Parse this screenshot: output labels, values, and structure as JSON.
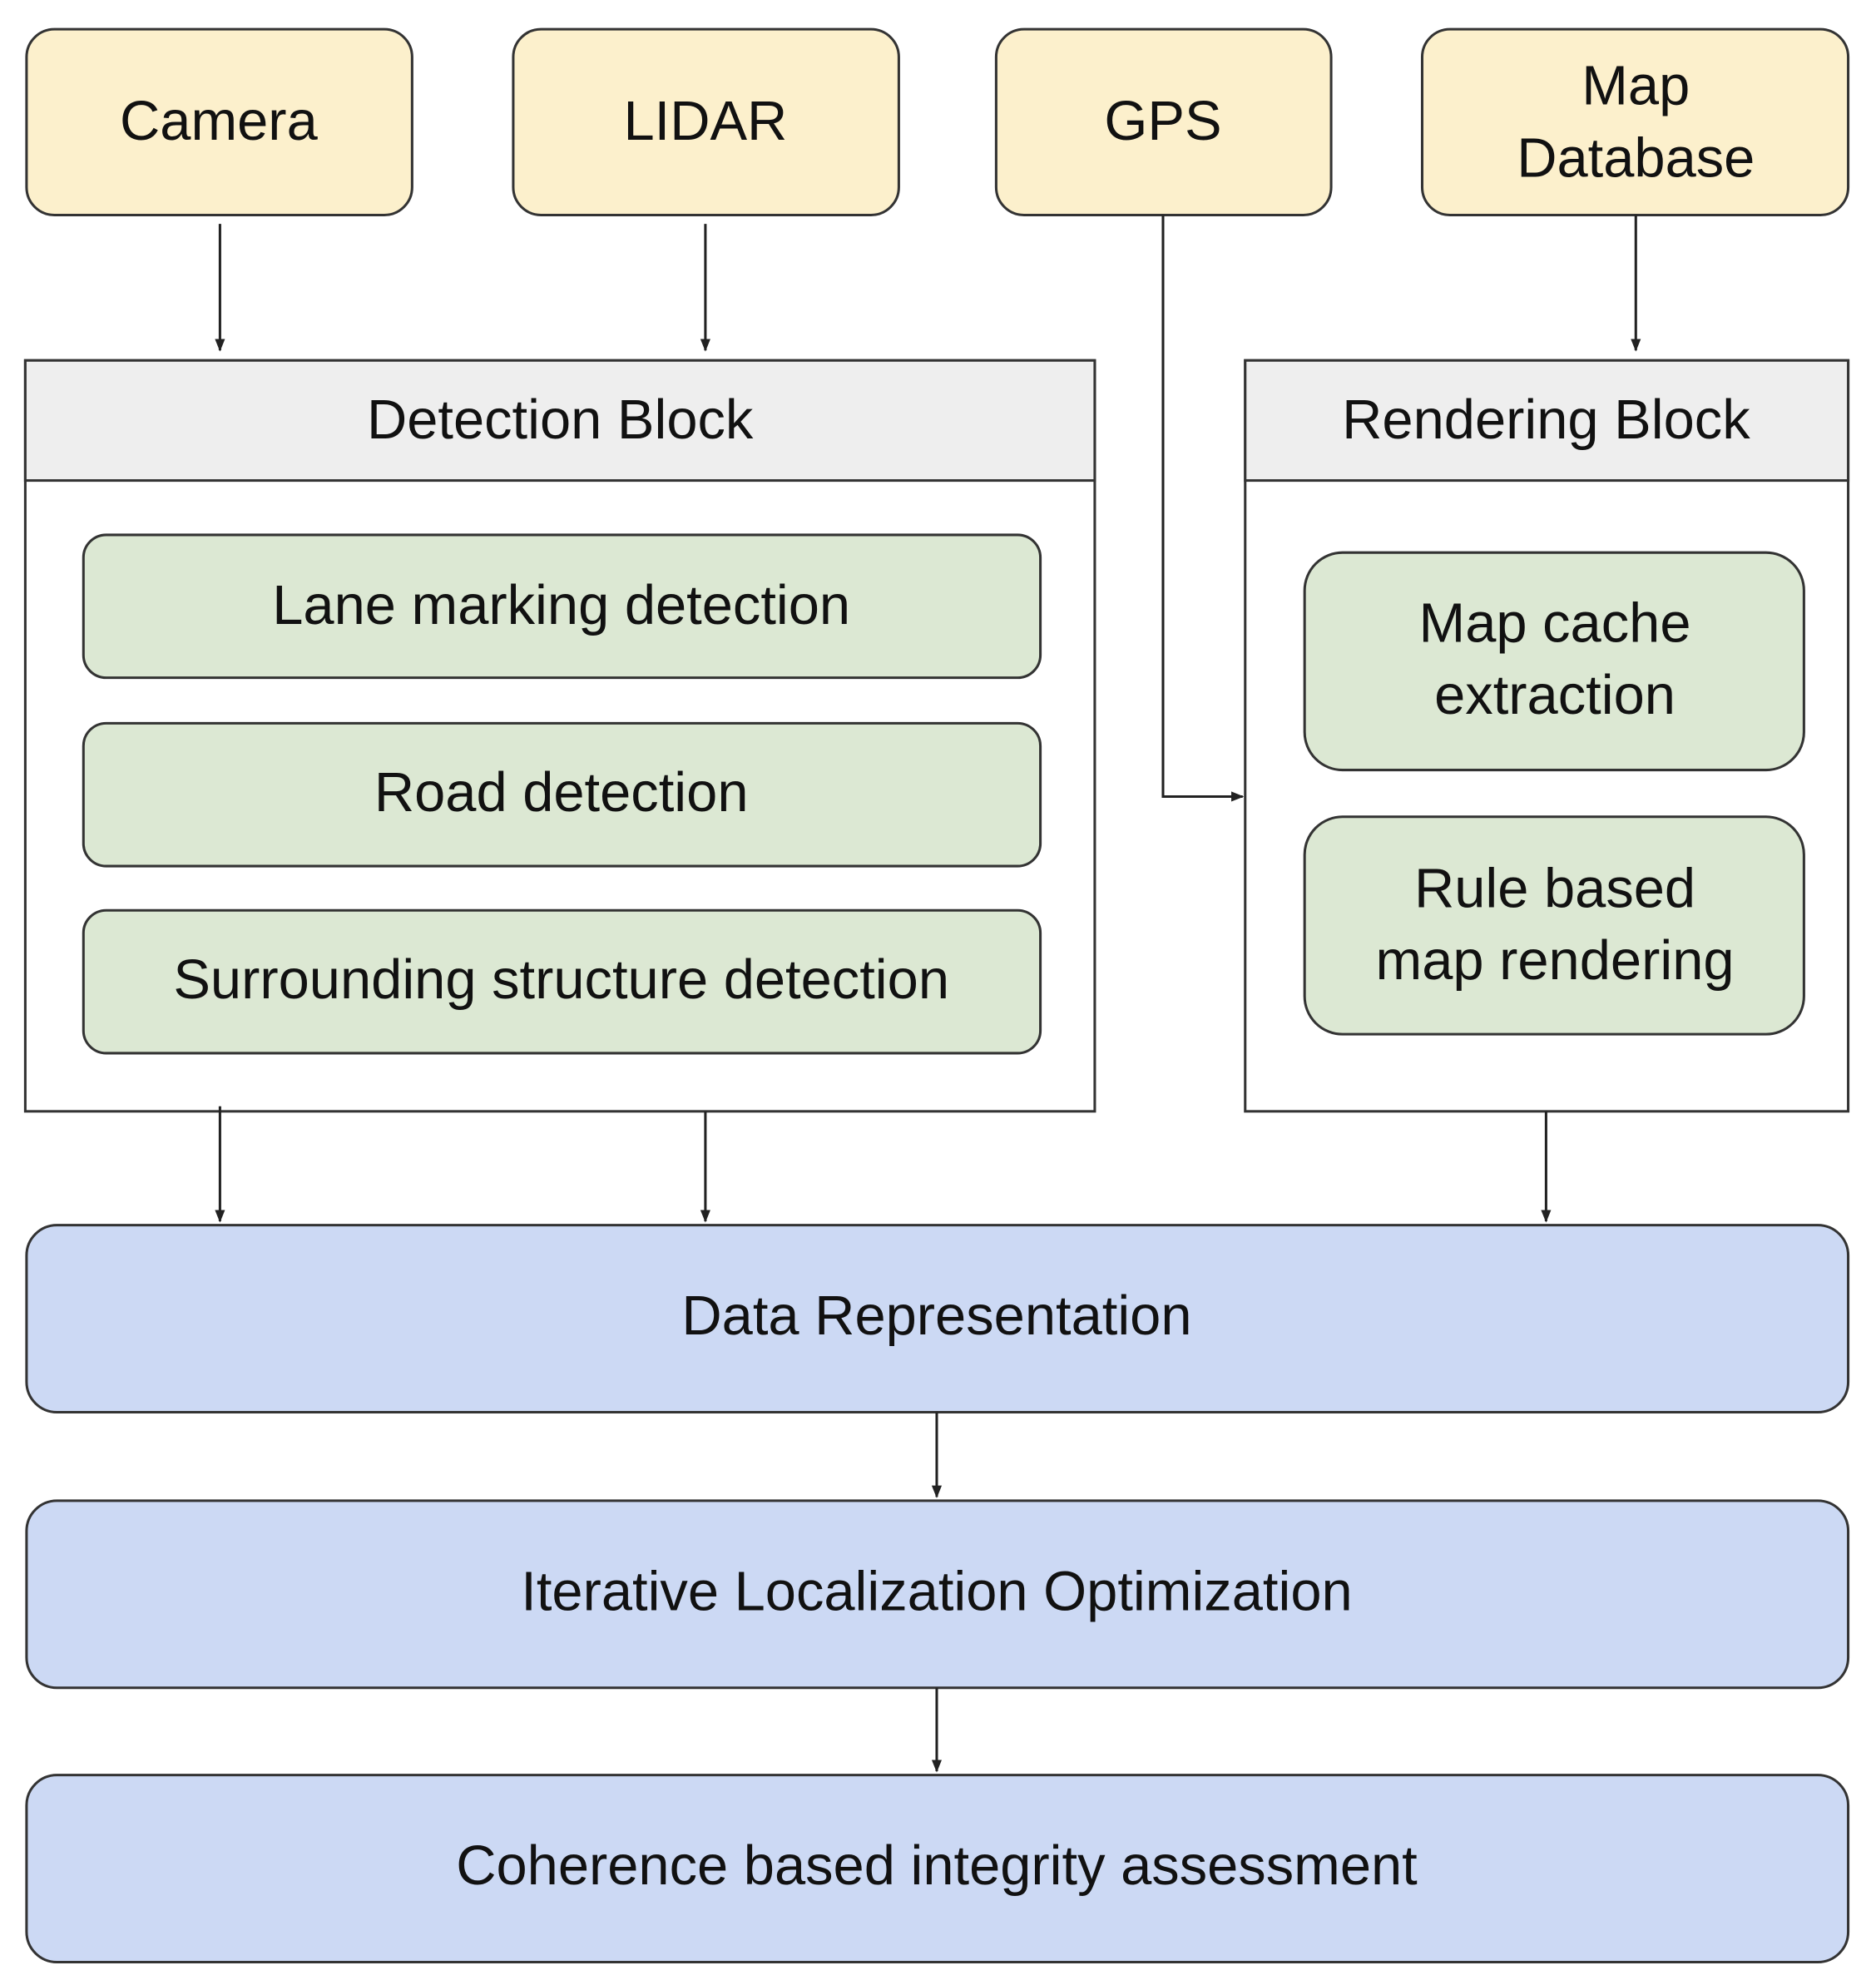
{
  "colors": {
    "input": "#fcf0cc",
    "header": "#eeeeee",
    "module": "#dce8d3",
    "pipeline": "#ccd9f4",
    "stroke": "#333333"
  },
  "inputs": {
    "camera": "Camera",
    "lidar": "LIDAR",
    "gps": "GPS",
    "map_database_line1": "Map",
    "map_database_line2": "Database"
  },
  "detection_block": {
    "title": "Detection Block",
    "items": [
      "Lane marking detection",
      "Road detection",
      "Surrounding structure detection"
    ]
  },
  "rendering_block": {
    "title": "Rendering Block",
    "items": [
      {
        "line1": "Map cache",
        "line2": "extraction"
      },
      {
        "line1": "Rule based",
        "line2": "map rendering"
      }
    ]
  },
  "pipeline": {
    "data_representation": "Data Representation",
    "iterative_localization": "Iterative Localization Optimization",
    "integrity_assessment": "Coherence based integrity assessment"
  }
}
